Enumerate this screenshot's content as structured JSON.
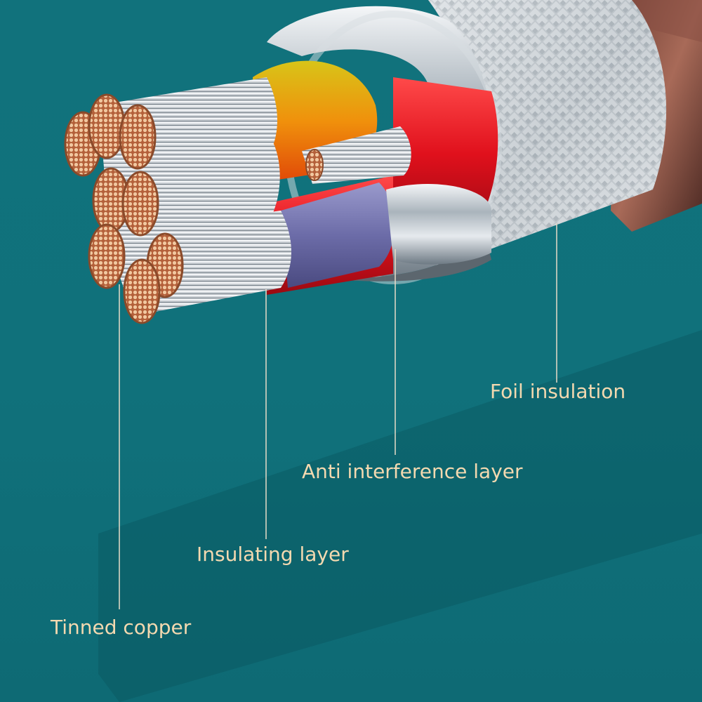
{
  "labels": {
    "foil_insulation": "Foil insulation",
    "anti_interference_layer": "Anti interference layer",
    "insulating_layer": "Insulating layer",
    "tinned_copper": "Tinned copper"
  },
  "colors": {
    "background": "#10717b",
    "label_text": "#f3d9b0",
    "leader_line": "#e8dcc8",
    "copper": "#c9784f",
    "insulation_red": "#e0101c",
    "insulation_orange": "#f08010",
    "insulation_blue": "#7878b0"
  }
}
